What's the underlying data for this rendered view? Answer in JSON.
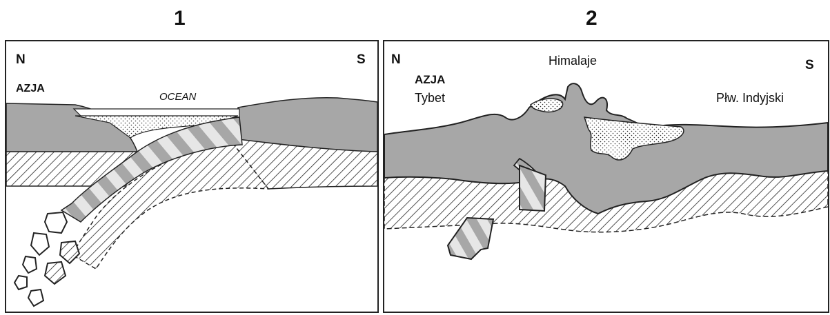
{
  "panel1": {
    "number": "1",
    "north": "N",
    "south": "S",
    "continent": "AZJA",
    "ocean": "OCEAN"
  },
  "panel2": {
    "number": "2",
    "north": "N",
    "south": "S",
    "continent": "AZJA",
    "region_left": "Tybet",
    "mountains": "Himalaje",
    "region_right": "Płw. Indyjski"
  },
  "colors": {
    "crust": "#a7a7a7",
    "outline": "#222222",
    "stripe_light": "#e6e6e6",
    "background": "#ffffff"
  }
}
